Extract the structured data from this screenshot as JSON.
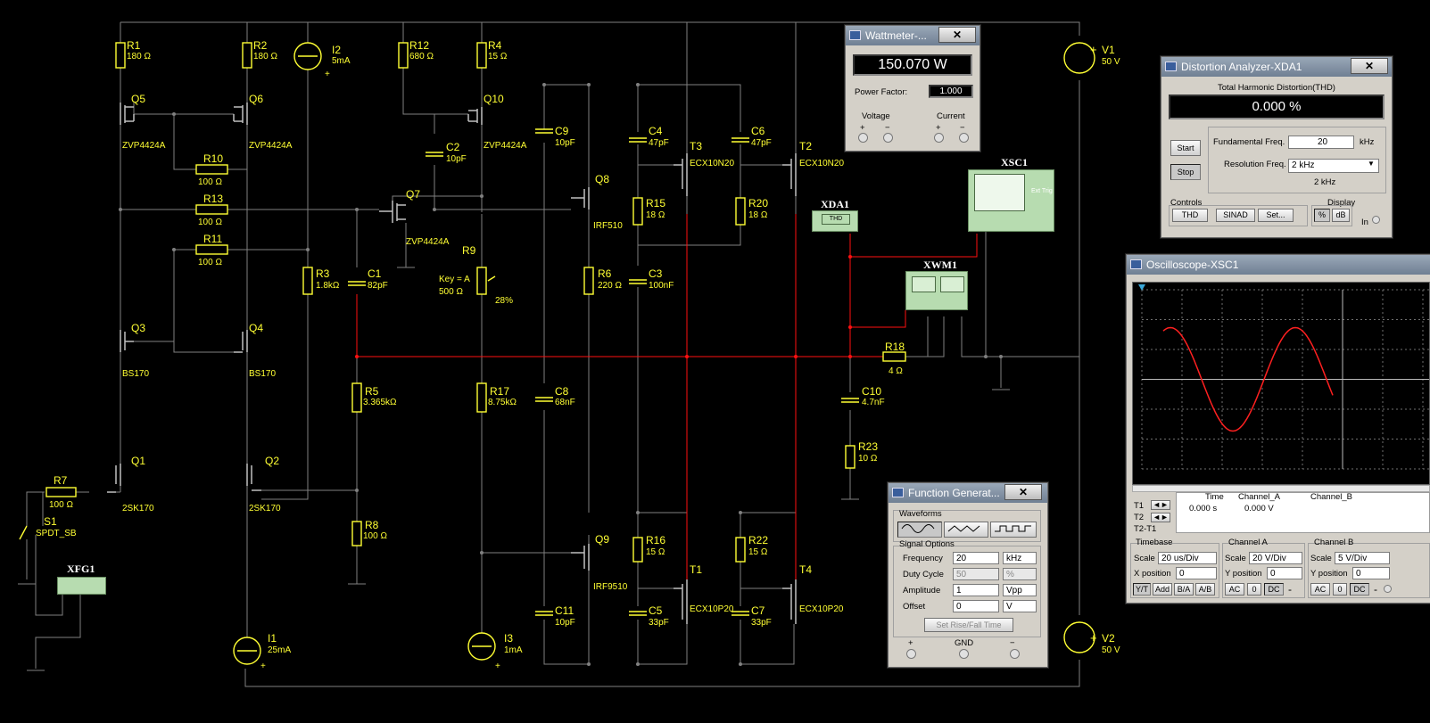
{
  "components": [
    {
      "ref": "R1",
      "value": "180 Ω"
    },
    {
      "ref": "R2",
      "value": "180 Ω"
    },
    {
      "ref": "I2",
      "value": "5mA"
    },
    {
      "ref": "R12",
      "value": "680 Ω"
    },
    {
      "ref": "R4",
      "value": "15 Ω"
    },
    {
      "ref": "Q5",
      "value": "ZVP4424A"
    },
    {
      "ref": "Q6",
      "value": "ZVP4424A"
    },
    {
      "ref": "Q10",
      "value": "ZVP4424A"
    },
    {
      "ref": "C2",
      "value": "10pF"
    },
    {
      "ref": "C9",
      "value": "10pF"
    },
    {
      "ref": "C4",
      "value": "47pF"
    },
    {
      "ref": "C6",
      "value": "47pF"
    },
    {
      "ref": "T3",
      "value": "ECX10N20"
    },
    {
      "ref": "T2",
      "value": "ECX10N20"
    },
    {
      "ref": "R10",
      "value": "100 Ω"
    },
    {
      "ref": "R13",
      "value": "100 Ω"
    },
    {
      "ref": "R11",
      "value": "100 Ω"
    },
    {
      "ref": "Q7",
      "value": "ZVP4424A"
    },
    {
      "ref": "Q8",
      "value": "IRF510"
    },
    {
      "ref": "R15",
      "value": "18 Ω"
    },
    {
      "ref": "R20",
      "value": "18 Ω"
    },
    {
      "ref": "R3",
      "value": "1.8kΩ"
    },
    {
      "ref": "C1",
      "value": "82pF"
    },
    {
      "ref": "R9",
      "value": "500 Ω"
    },
    {
      "ref": "R6",
      "value": "220 Ω"
    },
    {
      "ref": "C3",
      "value": "100nF"
    },
    {
      "ref": "Q3",
      "value": "BS170"
    },
    {
      "ref": "Q4",
      "value": "BS170"
    },
    {
      "ref": "R18",
      "value": "4 Ω"
    },
    {
      "ref": "R5",
      "value": "3.365kΩ"
    },
    {
      "ref": "R17",
      "value": "8.75kΩ"
    },
    {
      "ref": "C8",
      "value": "68nF"
    },
    {
      "ref": "C10",
      "value": "4.7nF"
    },
    {
      "ref": "R23",
      "value": "10 Ω"
    },
    {
      "ref": "Q1",
      "value": "2SK170"
    },
    {
      "ref": "Q2",
      "value": "2SK170"
    },
    {
      "ref": "R7",
      "value": "100 Ω"
    },
    {
      "ref": "S1",
      "value": "SPDT_SB"
    },
    {
      "ref": "R8",
      "value": "100 Ω"
    },
    {
      "ref": "Q9",
      "value": "IRF9510"
    },
    {
      "ref": "R16",
      "value": "15 Ω"
    },
    {
      "ref": "R22",
      "value": "15 Ω"
    },
    {
      "ref": "T1",
      "value": "ECX10P20"
    },
    {
      "ref": "T4",
      "value": "ECX10P20"
    },
    {
      "ref": "C11",
      "value": "10pF"
    },
    {
      "ref": "C5",
      "value": "33pF"
    },
    {
      "ref": "C7",
      "value": "33pF"
    },
    {
      "ref": "I1",
      "value": "25mA"
    },
    {
      "ref": "I3",
      "value": "1mA"
    },
    {
      "ref": "V1",
      "value": "50 V"
    },
    {
      "ref": "V2",
      "value": "50 V"
    }
  ],
  "r9_key": "Key = A",
  "r9_percent": "28%",
  "instruments": {
    "xfg1": "XFG1",
    "xda1": "XDA1",
    "xda1_face": "THD",
    "xwm1": "XWM1",
    "xsc1": "XSC1",
    "xsc1_ext": "Ext Trig"
  },
  "colors": {
    "wire": "#808080",
    "signal": "#ff1010",
    "component": "#ffff33",
    "trace": "#ff2020"
  },
  "wattmeter": {
    "title": "Wattmeter-...",
    "close": "✕",
    "reading": "150.070 W",
    "pf_label": "Power Factor:",
    "pf_value": "1.000",
    "voltage_label": "Voltage",
    "current_label": "Current",
    "plus": "+",
    "minus": "−"
  },
  "distortion": {
    "title": "Distortion Analyzer-XDA1",
    "close": "✕",
    "header": "Total Harmonic Distortion(THD)",
    "reading": "0.000 %",
    "start": "Start",
    "stop": "Stop",
    "fund_label": "Fundamental Freq.",
    "fund_value": "20",
    "fund_unit": "kHz",
    "res_label": "Resolution Freq.",
    "res_value": "2 kHz",
    "res_readout": "2 kHz",
    "controls_label": "Controls",
    "thd": "THD",
    "sinad": "SINAD",
    "set": "Set...",
    "display_label": "Display",
    "percent": "%",
    "db": "dB",
    "in_label": "In"
  },
  "function_gen": {
    "title": "Function Generat...",
    "close": "✕",
    "waveforms_label": "Waveforms",
    "signal_options_label": "Signal Options",
    "frequency_label": "Frequency",
    "frequency_value": "20",
    "frequency_unit": "kHz",
    "duty_label": "Duty Cycle",
    "duty_value": "50",
    "duty_unit": "%",
    "amplitude_label": "Amplitude",
    "amplitude_value": "1",
    "amplitude_unit": "Vpp",
    "offset_label": "Offset",
    "offset_value": "0",
    "offset_unit": "V",
    "rise_fall": "Set Rise/Fall Time",
    "plus": "+",
    "gnd": "GND",
    "minus": "−"
  },
  "oscilloscope": {
    "title": "Oscilloscope-XSC1",
    "time_col": "Time",
    "cha_col": "Channel_A",
    "chb_col": "Channel_B",
    "t1": "T1",
    "t2": "T2",
    "t2t1": "T2-T1",
    "time_value": "0.000 s",
    "cha_value": "0.000 V",
    "timebase_label": "Timebase",
    "scale_label": "Scale",
    "timebase_scale": "20 us/Div",
    "xpos_label": "X position",
    "xpos_value": "0",
    "yt": "Y/T",
    "add": "Add",
    "ba": "B/A",
    "ab": "A/B",
    "cha_label": "Channel A",
    "cha_scale": "20  V/Div",
    "ypos_label": "Y position",
    "cha_ypos": "0",
    "chb_label": "Channel B",
    "chb_scale": "5  V/Div",
    "chb_ypos": "0",
    "ac": "AC",
    "zero": "0",
    "dc": "DC",
    "minus": "-"
  }
}
